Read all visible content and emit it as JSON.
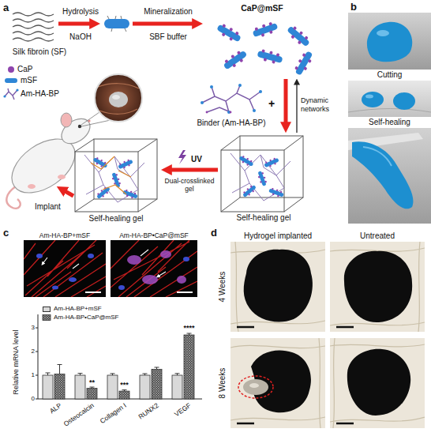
{
  "diagram": {
    "nodes": [
      {
        "text": [
          "Silk fibroin (SF)"
        ]
      },
      {
        "text": [
          "CaP@mSF"
        ]
      },
      {
        "text": [
          "Binder (Am-HA-BP)"
        ]
      },
      {
        "text": [
          "Self-healing gel"
        ]
      },
      {
        "text": [
          "Self-healing gel"
        ]
      }
    ],
    "edges": [
      {
        "from": 1,
        "to": 3,
        "arrow": "to"
      },
      {
        "from": 3,
        "to": 1,
        "arrow": "to",
        "label": "Dynamic networks"
      },
      {
        "from": 3,
        "to": 4,
        "arrow": "to",
        "label": "UV"
      }
    ],
    "labels": [
      "a",
      "Hydrolysis",
      "NaOH",
      "Mineralization",
      "SBF buffer",
      "Dual-crosslinked gel",
      "Implant",
      "b",
      "Cutting",
      "Self-healing",
      "c",
      "Am-HA-BP+mSF",
      "Am-HA-BP•CaP@mSF",
      "Relative mRNA level",
      "0",
      "1",
      "2",
      "3",
      "ALP",
      "Osteocalcin",
      "Collagen I",
      "RUNX2",
      "VEGF",
      "**",
      "***",
      "****",
      "d",
      "Hydrogel implanted",
      "Untreated",
      "4 Weeks",
      "8 Weeks",
      "+"
    ],
    "legend": [
      {
        "text": "CaP",
        "color": "#8e44ad"
      },
      {
        "text": "mSF",
        "color": "#2f86d6"
      },
      {
        "text": "Am-HA-BP"
      },
      {
        "text": "Am-HA-BP+mSF",
        "color": "#d9d9d9"
      },
      {
        "text": "Am-HA-BP•CaP@mSF"
      }
    ]
  }
}
